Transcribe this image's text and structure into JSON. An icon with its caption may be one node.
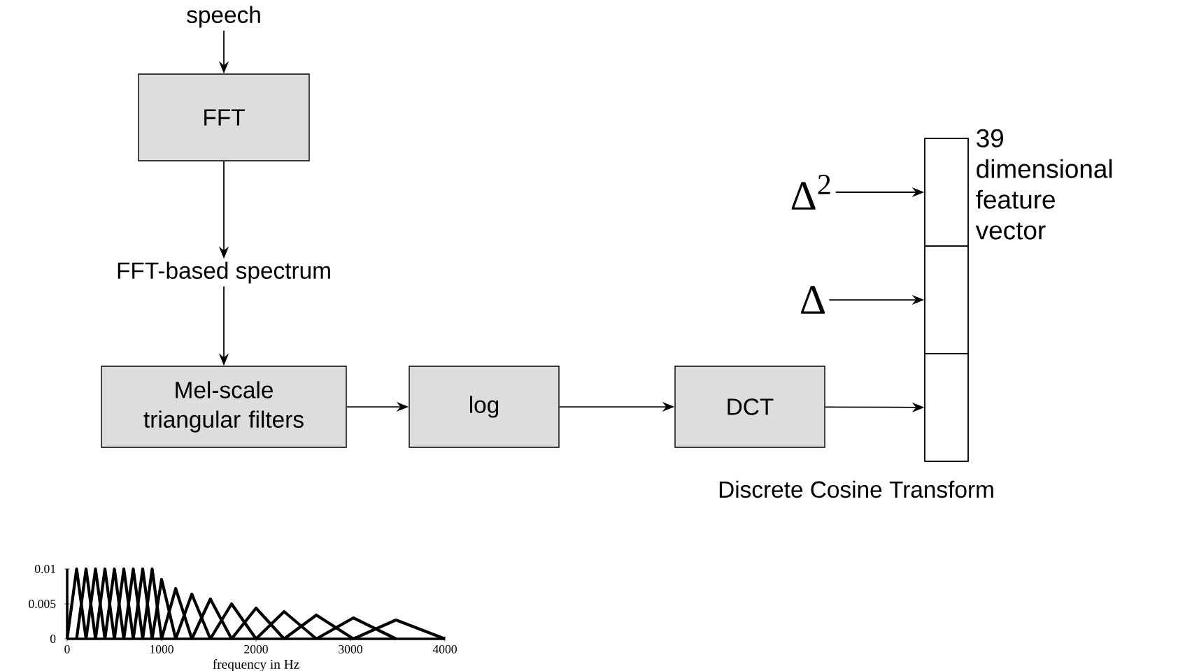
{
  "diagram": {
    "nodes": [
      {
        "text": [
          "speech"
        ]
      },
      {
        "text": [
          "FFT"
        ]
      },
      {
        "text": [
          "FFT-based spectrum"
        ]
      },
      {
        "text": [
          "Mel-scale triangular filters"
        ]
      },
      {
        "text": [
          "log"
        ]
      },
      {
        "text": [
          "DCT"
        ],
        "beside": [
          "Discrete Cosine Transform"
        ]
      },
      {
        "text": [
          "Δ$^{2}$"
        ]
      },
      {
        "text": [
          "Δ"
        ]
      },
      {
        "text": [],
        "shape": "box",
        "beside": [
          "39 dimensional feature vector"
        ]
      },
      {
        "text": [],
        "shape": "box",
        "in": 8
      },
      {
        "text": [],
        "shape": "box",
        "in": 8
      },
      {
        "text": [],
        "shape": "box",
        "in": 8
      }
    ],
    "edges": [
      {
        "from": 0,
        "to": 1,
        "arrow": "to"
      },
      {
        "from": 1,
        "to": 2,
        "arrow": "to"
      },
      {
        "from": 2,
        "to": 3,
        "arrow": "to"
      },
      {
        "from": 3,
        "to": 4,
        "arrow": "to"
      },
      {
        "from": 4,
        "to": 5,
        "arrow": "to"
      },
      {
        "from": 5,
        "to": 11,
        "arrow": "to"
      },
      {
        "from": 6,
        "to": 9,
        "arrow": "to"
      },
      {
        "from": 7,
        "to": 10,
        "arrow": "to"
      }
    ],
    "chart_data": {
      "type": "line",
      "xlabel": "frequency in Hz",
      "x": [
        0,
        100,
        200,
        300,
        400,
        500,
        600,
        700,
        800,
        900,
        1000,
        1149,
        1320,
        1516,
        1741,
        2000,
        2297,
        2639,
        3031,
        3482,
        4000
      ],
      "series": [
        {
          "color": "#000000",
          "values": [
            0,
            0.01,
            0,
            null,
            null,
            null,
            null,
            null,
            null,
            null,
            null,
            null,
            null,
            null,
            null,
            null,
            null,
            null,
            null,
            null,
            null
          ]
        },
        {
          "color": "#000000",
          "values": [
            null,
            0,
            0.01,
            0,
            null,
            null,
            null,
            null,
            null,
            null,
            null,
            null,
            null,
            null,
            null,
            null,
            null,
            null,
            null,
            null,
            null
          ]
        },
        {
          "color": "#000000",
          "values": [
            null,
            null,
            0,
            0.01,
            0,
            null,
            null,
            null,
            null,
            null,
            null,
            null,
            null,
            null,
            null,
            null,
            null,
            null,
            null,
            null,
            null
          ]
        },
        {
          "color": "#000000",
          "values": [
            null,
            null,
            null,
            0,
            0.01,
            0,
            null,
            null,
            null,
            null,
            null,
            null,
            null,
            null,
            null,
            null,
            null,
            null,
            null,
            null,
            null
          ]
        },
        {
          "color": "#000000",
          "values": [
            null,
            null,
            null,
            null,
            0,
            0.01,
            0,
            null,
            null,
            null,
            null,
            null,
            null,
            null,
            null,
            null,
            null,
            null,
            null,
            null,
            null
          ]
        },
        {
          "color": "#000000",
          "values": [
            null,
            null,
            null,
            null,
            null,
            0,
            0.01,
            0,
            null,
            null,
            null,
            null,
            null,
            null,
            null,
            null,
            null,
            null,
            null,
            null,
            null
          ]
        },
        {
          "color": "#000000",
          "values": [
            null,
            null,
            null,
            null,
            null,
            null,
            0,
            0.01,
            0,
            null,
            null,
            null,
            null,
            null,
            null,
            null,
            null,
            null,
            null,
            null,
            null
          ]
        },
        {
          "color": "#000000",
          "values": [
            null,
            null,
            null,
            null,
            null,
            null,
            null,
            0,
            0.01,
            0,
            null,
            null,
            null,
            null,
            null,
            null,
            null,
            null,
            null,
            null,
            null
          ]
        },
        {
          "color": "#000000",
          "values": [
            null,
            null,
            null,
            null,
            null,
            null,
            null,
            null,
            0,
            0.01,
            0,
            null,
            null,
            null,
            null,
            null,
            null,
            null,
            null,
            null,
            null
          ]
        },
        {
          "color": "#000000",
          "values": [
            null,
            null,
            null,
            null,
            null,
            null,
            null,
            null,
            null,
            0,
            0.0085,
            0,
            null,
            null,
            null,
            null,
            null,
            null,
            null,
            null,
            null
          ]
        },
        {
          "color": "#000000",
          "values": [
            null,
            null,
            null,
            null,
            null,
            null,
            null,
            null,
            null,
            null,
            0,
            0.0072,
            0,
            null,
            null,
            null,
            null,
            null,
            null,
            null,
            null
          ]
        },
        {
          "color": "#000000",
          "values": [
            null,
            null,
            null,
            null,
            null,
            null,
            null,
            null,
            null,
            null,
            null,
            0,
            0.0064,
            0,
            null,
            null,
            null,
            null,
            null,
            null,
            null
          ]
        },
        {
          "color": "#000000",
          "values": [
            null,
            null,
            null,
            null,
            null,
            null,
            null,
            null,
            null,
            null,
            null,
            null,
            0,
            0.0057,
            0,
            null,
            null,
            null,
            null,
            null,
            null
          ]
        },
        {
          "color": "#000000",
          "values": [
            null,
            null,
            null,
            null,
            null,
            null,
            null,
            null,
            null,
            null,
            null,
            null,
            null,
            0,
            0.005,
            0,
            null,
            null,
            null,
            null,
            null
          ]
        },
        {
          "color": "#000000",
          "values": [
            null,
            null,
            null,
            null,
            null,
            null,
            null,
            null,
            null,
            null,
            null,
            null,
            null,
            null,
            0,
            0.0044,
            0,
            null,
            null,
            null,
            null
          ]
        },
        {
          "color": "#000000",
          "values": [
            null,
            null,
            null,
            null,
            null,
            null,
            null,
            null,
            null,
            null,
            null,
            null,
            null,
            null,
            null,
            0,
            0.0039,
            0,
            null,
            null,
            null
          ]
        },
        {
          "color": "#000000",
          "values": [
            null,
            null,
            null,
            null,
            null,
            null,
            null,
            null,
            null,
            null,
            null,
            null,
            null,
            null,
            null,
            null,
            0,
            0.0034,
            0,
            null,
            null
          ]
        },
        {
          "color": "#000000",
          "values": [
            null,
            null,
            null,
            null,
            null,
            null,
            null,
            null,
            null,
            null,
            null,
            null,
            null,
            null,
            null,
            null,
            null,
            0,
            0.003,
            0,
            null
          ]
        },
        {
          "color": "#000000",
          "values": [
            null,
            null,
            null,
            null,
            null,
            null,
            null,
            null,
            null,
            null,
            null,
            null,
            null,
            null,
            null,
            null,
            null,
            null,
            0,
            0.0027,
            0
          ]
        }
      ],
      "xlim": [
        0,
        4000
      ],
      "ylim": [
        0,
        0.01
      ],
      "xticks": [
        {
          "value": 0,
          "label": "0"
        },
        {
          "value": 1000,
          "label": "1000"
        },
        {
          "value": 2000,
          "label": "2000"
        },
        {
          "value": 3000,
          "label": "3000"
        },
        {
          "value": 4000,
          "label": "4000"
        }
      ],
      "yticks": [
        {
          "value": 0,
          "label": "0"
        },
        {
          "value": 0.005,
          "label": "0.005"
        },
        {
          "value": 0.01,
          "label": "0.01"
        }
      ]
    }
  }
}
